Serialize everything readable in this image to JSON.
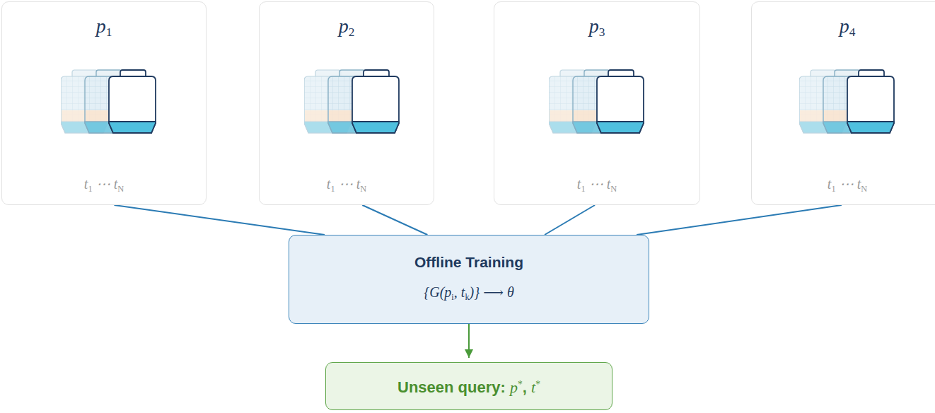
{
  "diagram": {
    "nodes": [
      {
        "text": [
          "p1",
          "t1 ⋯ tN"
        ]
      },
      {
        "text": [
          "p2",
          "t1 ⋯ tN"
        ]
      },
      {
        "text": [
          "p3",
          "t1 ⋯ tN"
        ]
      },
      {
        "text": [
          "p4",
          "t1 ⋯ tN"
        ]
      },
      {
        "text": [
          "Offline Training",
          "{G(pi, tk)} ⟶ θ"
        ]
      },
      {
        "text": [
          "Unseen query: p*, t*"
        ]
      }
    ],
    "edges": [
      {
        "from": 0,
        "to": 4,
        "arrow": "none"
      },
      {
        "from": 1,
        "to": 4,
        "arrow": "none"
      },
      {
        "from": 2,
        "to": 4,
        "arrow": "none"
      },
      {
        "from": 3,
        "to": 4,
        "arrow": "none"
      },
      {
        "from": 4,
        "to": 5,
        "arrow": "to"
      }
    ]
  }
}
